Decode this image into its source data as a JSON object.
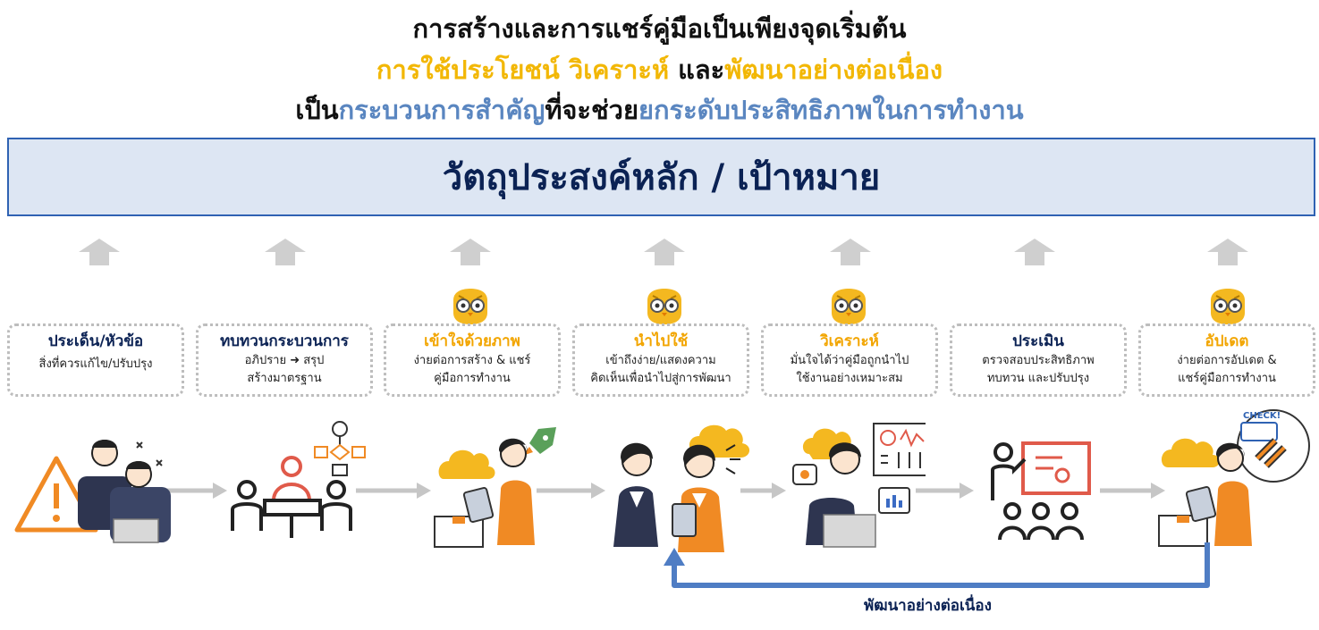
{
  "headline": {
    "line1": "การสร้างและการแชร์คู่มือเป็นเพียงจุดเริ่มต้น",
    "line2": {
      "part1": "การใช้ประโยชน์ วิเคราะห์",
      "part2": " และ",
      "part3": "พัฒนาอย่างต่อเนื่อง"
    },
    "line3": {
      "part1": "เป็น",
      "part2": "กระบวนการสำคัญ",
      "part3": "ที่จะช่วย",
      "part4": "ยกระดับประสิทธิภาพในการทำงาน"
    }
  },
  "banner": "วัตถุประสงค์หลัก / เป้าหมาย",
  "steps": [
    {
      "title": "ประเด็น/หัวข้อ",
      "desc1": "สิ่งที่ควรแก้ไข/ปรับปรุง",
      "desc2": ""
    },
    {
      "title": "ทบทวนกระบวนการ",
      "desc1": "อภิปราย ➜ สรุป",
      "desc2": "สร้างมาตรฐาน"
    },
    {
      "title": "เข้าใจด้วยภาพ",
      "desc1": "ง่ายต่อการสร้าง & แชร์",
      "desc2": "คู่มือการทำงาน"
    },
    {
      "title": "นำไปใช้",
      "desc1": "เข้าถึงง่าย/แสดงความ",
      "desc2": "คิดเห็นเพื่อนำไปสู่การพัฒนา"
    },
    {
      "title": "วิเคราะห์",
      "desc1": "มั่นใจได้ว่าคู่มือถูกนำไป",
      "desc2": "ใช้งานอย่างเหมาะสม"
    },
    {
      "title": "ประเมิน",
      "desc1": "ตรวจสอบประสิทธิภาพ",
      "desc2": "ทบทวน และปรับปรุง"
    },
    {
      "title": "อัปเดต",
      "desc1": "ง่ายต่อการอัปเดต &",
      "desc2": "แชร์คู่มือการทำงาน"
    }
  ],
  "check_label": "CHECK!",
  "loop_label": "พัฒนาอย่างต่อเนื่อง",
  "colors": {
    "accent_yellow": "#f2b705",
    "accent_blue": "#5a86c0",
    "navy": "#0b2254",
    "banner_bg": "#dde6f3",
    "banner_border": "#2f62b3",
    "orange": "#f08a24"
  }
}
